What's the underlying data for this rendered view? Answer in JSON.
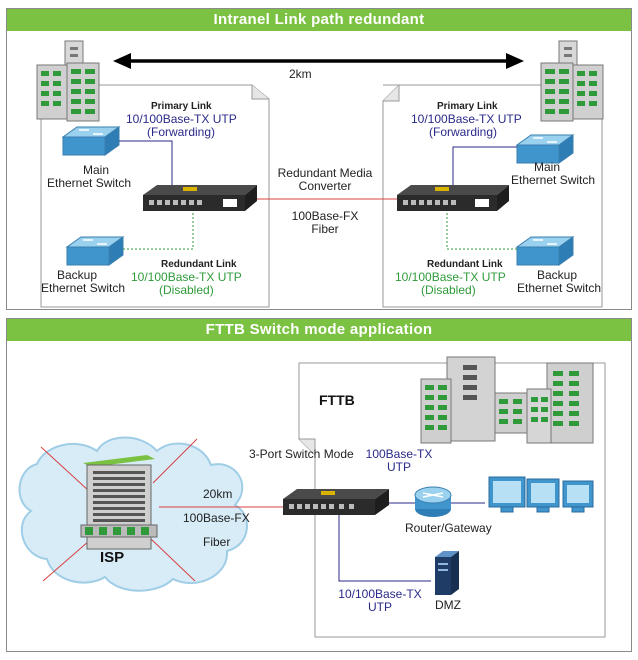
{
  "top": {
    "title": "Intranel Link path redundant",
    "distance": "2km",
    "left": {
      "primary_title": "Primary Link",
      "primary_type": "10/100Base-TX UTP",
      "primary_state": "(Forwarding)",
      "main_switch_1": "Main",
      "main_switch_2": "Ethernet Switch",
      "redundant_title": "Redundant Link",
      "redundant_type": "10/100Base-TX UTP",
      "redundant_state": "(Disabled)",
      "backup_switch_1": "Backup",
      "backup_switch_2": "Ethernet Switch"
    },
    "right": {
      "primary_title": "Primary Link",
      "primary_type": "10/100Base-TX UTP",
      "primary_state": "(Forwarding)",
      "main_switch_1": "Main",
      "main_switch_2": "Ethernet Switch",
      "redundant_title": "Redundant Link",
      "redundant_type": "10/100Base-TX UTP",
      "redundant_state": "(Disabled)",
      "backup_switch_1": "Backup",
      "backup_switch_2": "Ethernet Switch"
    },
    "center": {
      "converter_1": "Redundant Media",
      "converter_2": "Converter",
      "fiber_1": "100Base-FX",
      "fiber_2": "Fiber"
    }
  },
  "bottom": {
    "title": "FTTB Switch mode application",
    "fttb": "FTTB",
    "mode": "3-Port Switch Mode",
    "uplink_type_1": "100Base-TX",
    "uplink_type_2": "UTP",
    "distance": "20km",
    "fiber_1": "100Base-FX",
    "fiber_2": "Fiber",
    "isp": "ISP",
    "router": "Router/Gateway",
    "dmz": "DMZ",
    "dmz_link_1": "10/100Base-TX",
    "dmz_link_2": "UTP"
  },
  "colors": {
    "banner": "#7cc242",
    "primary_link": "#2a2a8a",
    "redundant_link": "#2e9b3a",
    "fiber": "#d94040"
  }
}
